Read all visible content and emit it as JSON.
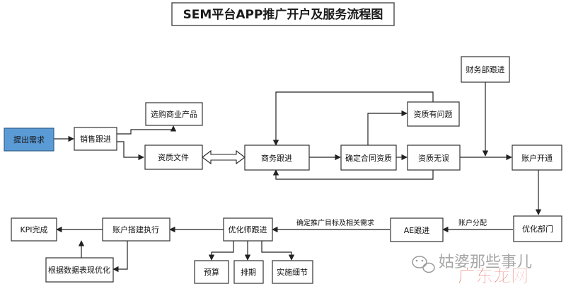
{
  "title": "SEM平台APP推广开户及服务流程图",
  "nodes": {
    "tichu": "提出需求",
    "xiaoshou": "销售跟进",
    "xuangou": "选购商业产品",
    "zizhiwenjian": "资质文件",
    "shangwu": "商务跟进",
    "queding": "确定合同资质",
    "youwenti": "资质有问题",
    "wuwu": "资质无误",
    "caiwu": "财务部跟进",
    "kaitong": "账户开通",
    "youhuabumen": "优化部门",
    "ae": "AE跟进",
    "youhuashi": "优化师跟进",
    "dajian": "账户搭建执行",
    "kpi": "KPI完成",
    "genju": "根据数据表现优化",
    "yusuan": "预算",
    "paiqi": "排期",
    "shishi": "实施细节"
  },
  "edge_labels": {
    "account_allocation": "账户分配",
    "confirm_targets": "确定推广目标及相关需求"
  },
  "watermark": {
    "text1": "姑婆那些事儿",
    "text2": "广东龙网"
  },
  "colors": {
    "highlight_fill": "#5b9bd5",
    "box_border": "#333333",
    "line": "#222222",
    "watermark_red": "#d9281e"
  }
}
